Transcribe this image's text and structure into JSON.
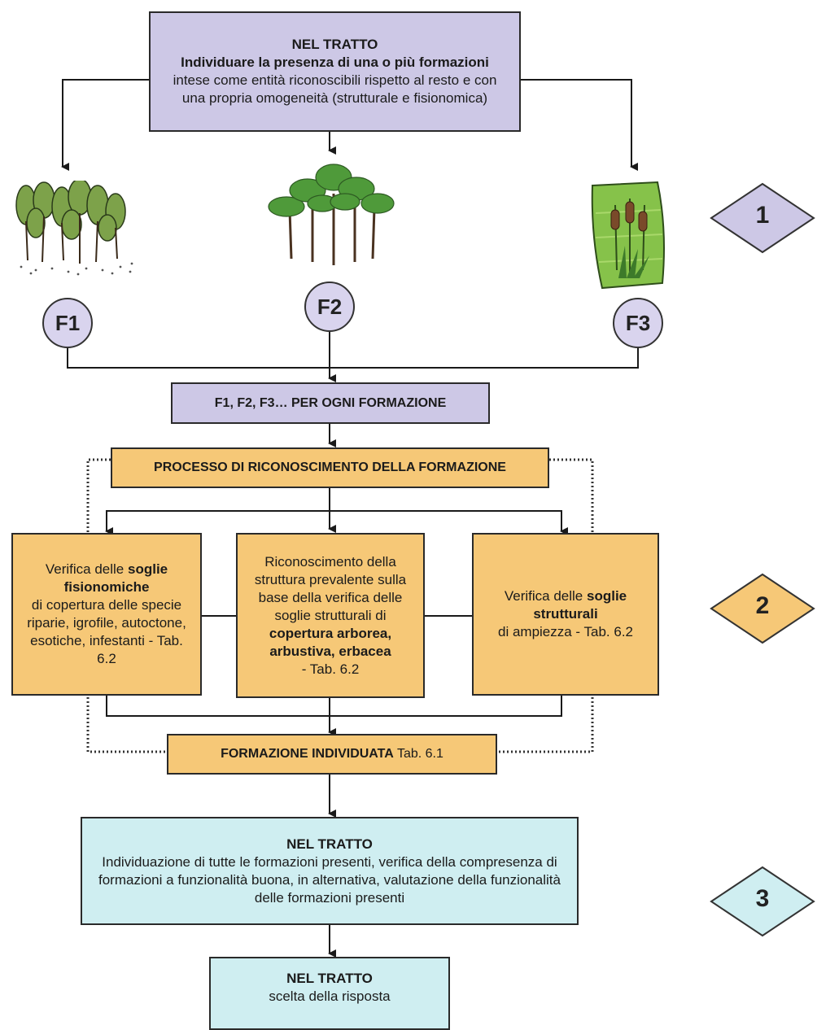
{
  "top_box": {
    "title": "NEL TRATTO",
    "bold_text": "Individuare la presenza di una o più formazioni",
    "rest_text": " intese come entità riconoscibili rispetto al resto e con una propria omogeneità (strutturale e fisionomica)"
  },
  "formations": [
    {
      "label": "F1",
      "icon": "shrub-thicket-icon"
    },
    {
      "label": "F2",
      "icon": "tree-forest-icon"
    },
    {
      "label": "F3",
      "icon": "reed-wetland-icon"
    }
  ],
  "per_formation": "F1, F2, F3… PER OGNI FORMAZIONE",
  "process": "PROCESSO DI RICONOSCIMENTO DELLA FORMAZIONE",
  "checks": {
    "left": {
      "t1": "Verifica delle ",
      "b1": "soglie fisionomiche",
      "t2": "di copertura delle specie riparie, igrofile, autoctone, esotiche, infestanti - Tab. 6.2"
    },
    "center": {
      "t1": "Riconoscimento della struttura prevalente sulla base della verifica delle soglie strutturali di ",
      "b1": "copertura arborea, arbustiva, erbacea",
      "t2": "- Tab. 6.2"
    },
    "right": {
      "t1": "Verifica delle ",
      "b1": "soglie strutturali",
      "t2": "di ampiezza - Tab. 6.2"
    }
  },
  "identified": {
    "bold": "FORMAZIONE INDIVIDUATA",
    "rest": " Tab. 6.1"
  },
  "reach_box": {
    "title": "NEL TRATTO",
    "text": "Individuazione di tutte le formazioni presenti, verifica della compresenza di formazioni a funzionalità buona, in alternativa, valutazione della  funzionalità delle formazioni presenti"
  },
  "answer_box": {
    "title": "NEL TRATTO",
    "text": "scelta della risposta"
  },
  "steps": [
    {
      "label": "1",
      "color": "#cdc8e6"
    },
    {
      "label": "2",
      "color": "#f6c877"
    },
    {
      "label": "3",
      "color": "#cfeef1"
    }
  ]
}
